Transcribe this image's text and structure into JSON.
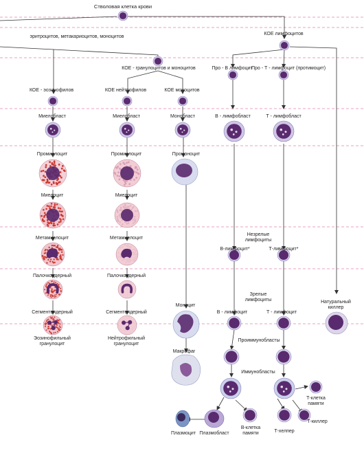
{
  "colors": {
    "divider": "#e8a0c0",
    "line": "#333333",
    "nucleus": "#5a2a6e",
    "blast_cyto": "#cfc6e6",
    "eos_granule": "#cc3b32",
    "neutro_cyto": "#f3cdd6",
    "mono_cyto": "#d9dcef",
    "lympho_cyto": "#d7d3ec"
  },
  "labels": {
    "stem_cell": "Стволовая клетка крови",
    "eryth_branch": "эритроцитов, метакариоцитов, моноцитов",
    "koe_lympho": "КОЕ лимфоцитов",
    "koe_gran_mono": "КОЕ - гранулоцитов и моноцитов",
    "pro_b": "Про - В лимфоцит",
    "pro_t": "Про - Т - лимфоцит (протимоцит)",
    "koe_eos": "КОЕ - эозинофилов",
    "koe_neut": "КОЕ нейтрофилов",
    "koe_mono": "КОЕ моноцитов",
    "myeloblast_1": "Миелобласт",
    "myeloblast_2": "Миелобласт",
    "monoblast": "Монобласт",
    "b_lymphoblast": "В - лимфобласт",
    "t_lymphoblast": "Т - лимфобласт",
    "promyelocyte_1": "Промиелоцит",
    "promyelocyte_2": "Промиелоцит",
    "promonocyte": "Промоноцит",
    "myelocyte_1": "Миелоцит",
    "myelocyte_2": "Миелоцит",
    "immature_lympho": "Незрелые\nлимфоциты",
    "metamyelocyte_1": "Метамиелоцит",
    "metamyelocyte_2": "Метамиелоцит",
    "b_lympho_star": "В-лимфоцит*",
    "t_lympho_star": "Т-лимфоцит*",
    "band_1": "Палочкоядерный",
    "band_2": "Палочкоядерный",
    "mature_lympho": "Зрелые\nлимфоциты",
    "monocyte": "Моноцит",
    "natural_killer": "Натуральный\nкиллер",
    "segmented_1": "Сегментоядерный",
    "segmented_2": "Сегментоядерный",
    "b_lympho": "В - лимфоцит",
    "t_lympho": "Т - лимфоцит",
    "eos_granulocyte": "Эозинофильный\nгранулоцит",
    "neut_granulocyte": "Нейтрофильный\nгранулоцит",
    "proimmunoblasts": "Проиммунобласты",
    "macrophage": "Макрофаг",
    "immunoblasts": "Иммунобласты",
    "t_memory": "Т-клетка\nпамяти",
    "t_killer": "Т-киллер",
    "b_memory": "В-клетка\nпамяти",
    "plasmocyte": "Плазмоцит",
    "plasmoblast": "Плазмобласт",
    "t_helper": "Т-хелпер"
  }
}
